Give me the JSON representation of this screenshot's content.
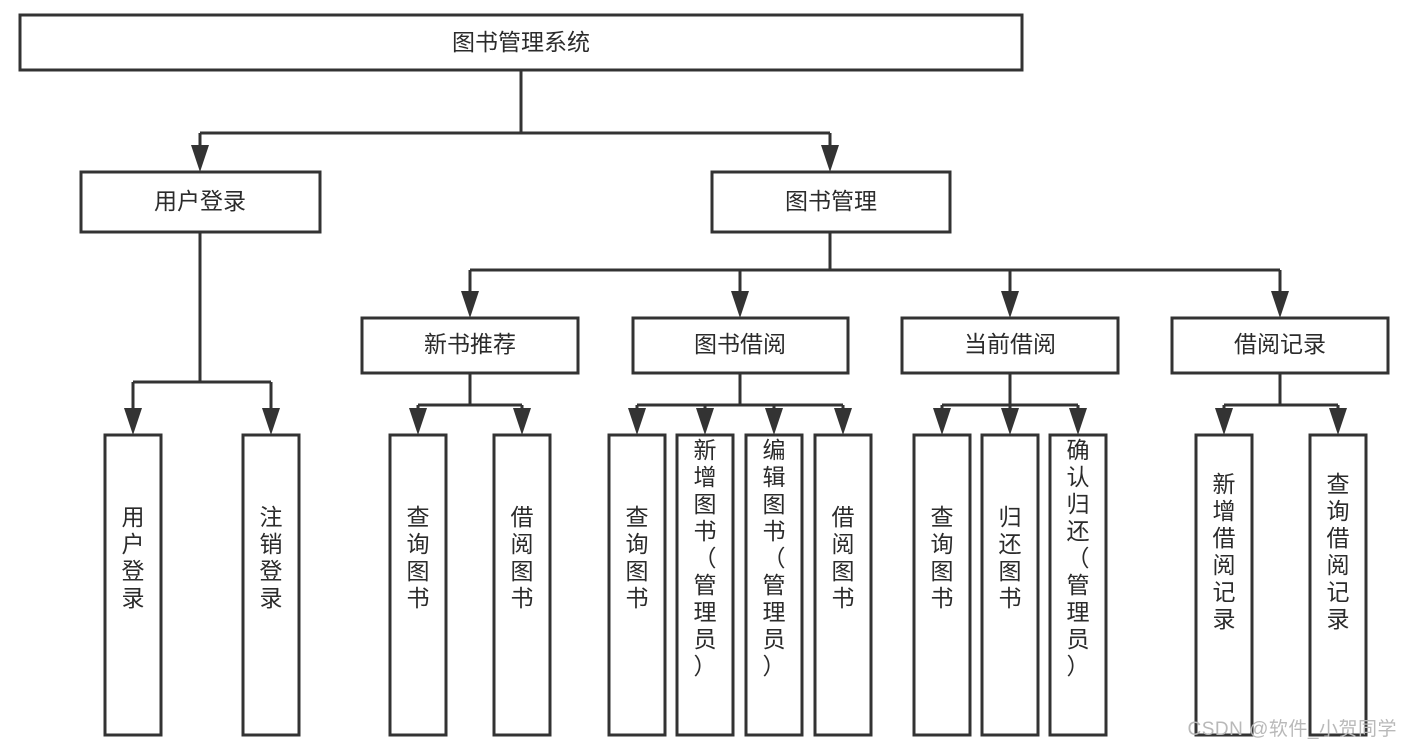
{
  "diagram": {
    "title": "图书管理系统",
    "type": "tree-hierarchy",
    "root": {
      "id": "root",
      "label": "图书管理系统"
    },
    "level1": [
      {
        "id": "user-login",
        "label": "用户登录"
      },
      {
        "id": "book-manage",
        "label": "图书管理"
      }
    ],
    "level2": [
      {
        "id": "new-book-rec",
        "label": "新书推荐",
        "parent": "book-manage"
      },
      {
        "id": "book-borrow",
        "label": "图书借阅",
        "parent": "book-manage"
      },
      {
        "id": "current-borrow",
        "label": "当前借阅",
        "parent": "book-manage"
      },
      {
        "id": "borrow-record",
        "label": "借阅记录",
        "parent": "book-manage"
      }
    ],
    "leaves": {
      "user-login": [
        {
          "id": "leaf-user-login",
          "label": "用户登录"
        },
        {
          "id": "leaf-logout",
          "label": "注销登录"
        }
      ],
      "new-book-rec": [
        {
          "id": "leaf-query-book-1",
          "label": "查询图书"
        },
        {
          "id": "leaf-borrow-book-1",
          "label": "借阅图书"
        }
      ],
      "book-borrow": [
        {
          "id": "leaf-query-book-2",
          "label": "查询图书"
        },
        {
          "id": "leaf-add-book",
          "label": "新增图书（管理员）"
        },
        {
          "id": "leaf-edit-book",
          "label": "编辑图书（管理员）"
        },
        {
          "id": "leaf-borrow-book-2",
          "label": "借阅图书"
        }
      ],
      "current-borrow": [
        {
          "id": "leaf-query-book-3",
          "label": "查询图书"
        },
        {
          "id": "leaf-return-book",
          "label": "归还图书"
        },
        {
          "id": "leaf-confirm-return",
          "label": "确认归还（管理员）"
        }
      ],
      "borrow-record": [
        {
          "id": "leaf-add-record",
          "label": "新增借阅记录"
        },
        {
          "id": "leaf-query-record",
          "label": "查询借阅记录"
        }
      ]
    }
  },
  "watermark": {
    "text": "CSDN @软件_小贺同学"
  },
  "colors": {
    "stroke": "#333333",
    "text": "#2b2b2b",
    "background": "#ffffff",
    "watermark": "#b9b9b9"
  }
}
